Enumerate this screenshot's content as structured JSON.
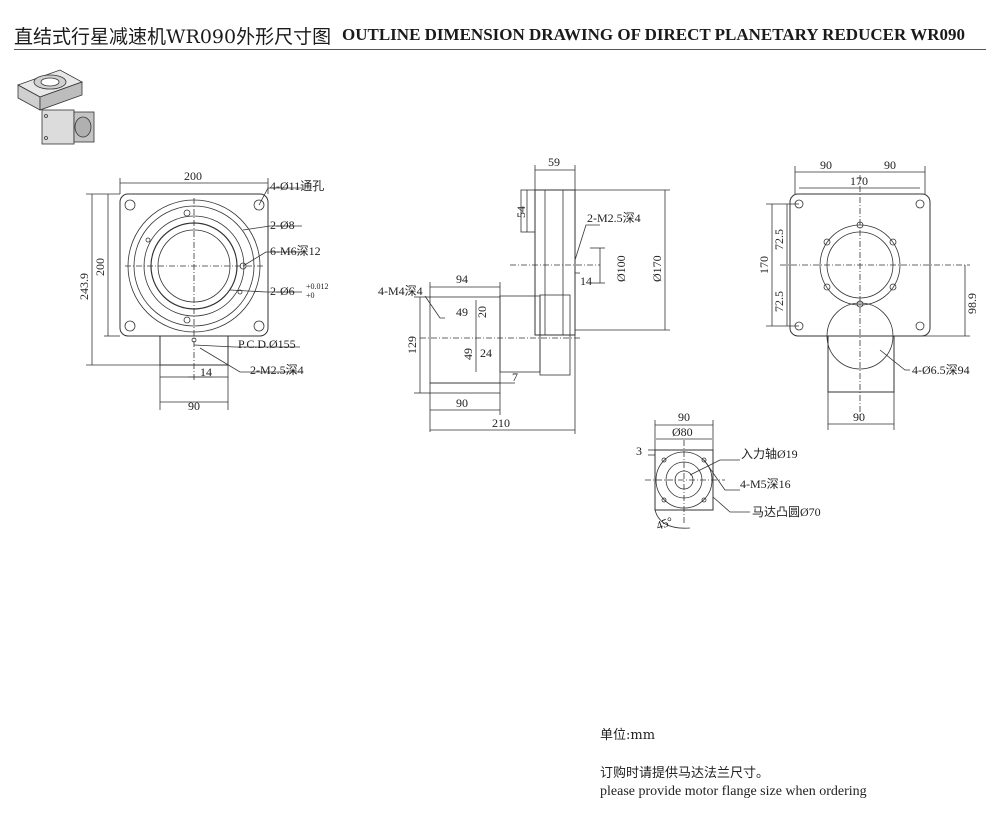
{
  "title": {
    "chinese": "直结式行星减速机WR090外形尺寸图",
    "english": "OUTLINE DIMENSION DRAWING OF DIRECT PLANETARY REDUCER WR090"
  },
  "front_view": {
    "width_top": "200",
    "height_total": "243.9",
    "height_flange": "200",
    "holes": "4-Ø11通孔",
    "pin_holes": "2-Ø8",
    "tapped_holes": "6-M6深12",
    "dowel_prefix": "2-Ø6",
    "dowel_tol_upper": "+0.012",
    "dowel_tol_lower": "+0",
    "pcd": "P.C.D.Ø155",
    "tapped_small": "2-M2.5深4",
    "offset": "14",
    "base_width": "90"
  },
  "side_view": {
    "top_width": "59",
    "flange_thk": "54",
    "tapped": "2-M2.5深4",
    "dia_100": "Ø100",
    "dia_170": "Ø170",
    "offset_14": "14",
    "motor_tapped": "4-M4深4",
    "motor_len": "94",
    "dim_49a": "49",
    "dim_20": "20",
    "dim_49b": "49",
    "dim_24": "24",
    "dim_129": "129",
    "dim_7": "7",
    "dim_90": "90",
    "dim_210": "210"
  },
  "top_view": {
    "half_left": "90",
    "half_right": "90",
    "width_170": "170",
    "height_170": "170",
    "upper_72": "72.5",
    "lower_72": "72.5",
    "right_98": "98.9",
    "mount_holes": "4-Ø6.5深94",
    "bottom_90": "90"
  },
  "input_view": {
    "width_90": "90",
    "dia_80": "Ø80",
    "dim_3": "3",
    "input_shaft": "入力轴Ø19",
    "tapped": "4-M5深16",
    "motor_boss": "马达凸圆Ø70",
    "angle": "45°"
  },
  "notes": {
    "unit": "单位:mm",
    "order_cn": "订购时请提供马达法兰尺寸。",
    "order_en": "please provide motor flange size when ordering"
  }
}
